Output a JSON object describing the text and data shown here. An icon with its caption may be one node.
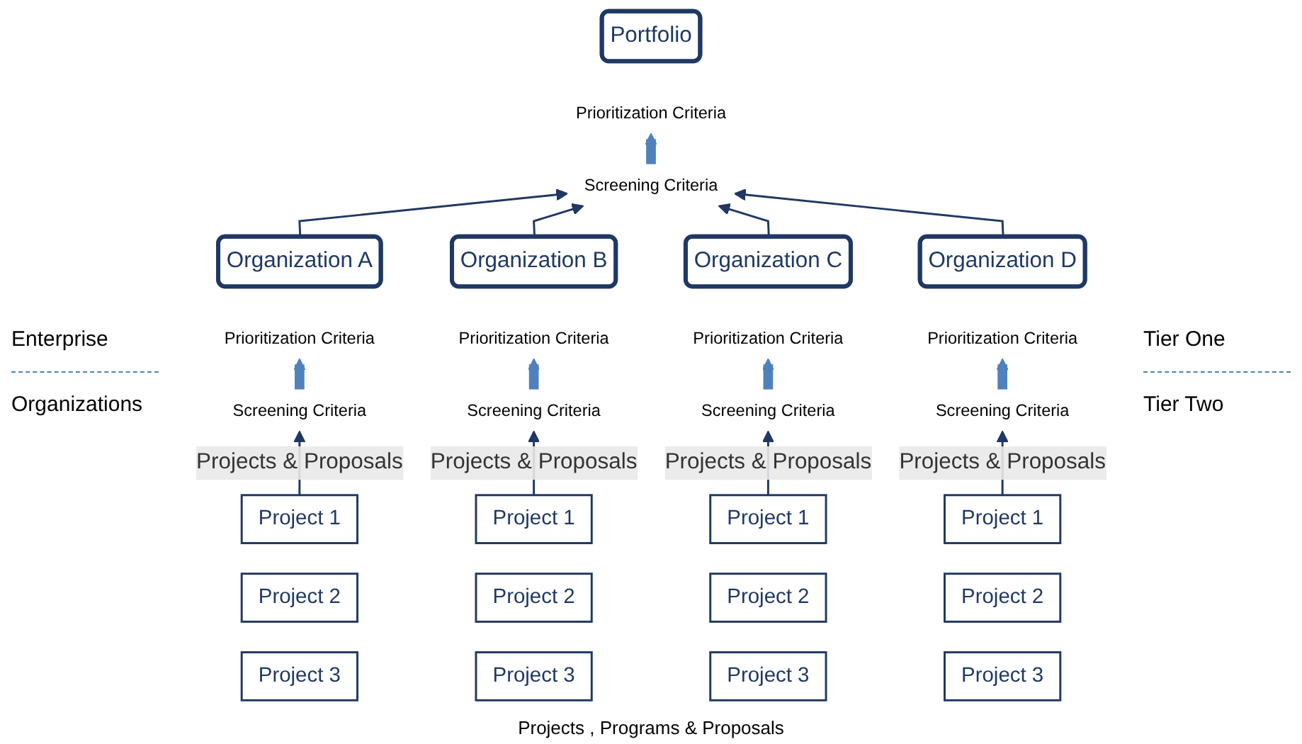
{
  "diagram": {
    "nodes": [
      {
        "text": [
          "Portfolio"
        ]
      },
      {
        "text": [
          "Prioritization Criteria"
        ]
      },
      {
        "text": [
          "Screening Criteria"
        ]
      },
      {
        "text": [
          "Organization A"
        ]
      },
      {
        "text": [
          "Prioritization Criteria"
        ]
      },
      {
        "text": [
          "Screening Criteria"
        ]
      },
      {
        "text": [
          "Project 1"
        ]
      },
      {
        "text": [
          "Project 2"
        ]
      },
      {
        "text": [
          "Project 3"
        ]
      },
      {
        "text": [
          "Organization B"
        ]
      },
      {
        "text": [
          "Prioritization Criteria"
        ]
      },
      {
        "text": [
          "Screening Criteria"
        ]
      },
      {
        "text": [
          "Project 1"
        ]
      },
      {
        "text": [
          "Project 2"
        ]
      },
      {
        "text": [
          "Project 3"
        ]
      },
      {
        "text": [
          "Organization C"
        ]
      },
      {
        "text": [
          "Prioritization Criteria"
        ]
      },
      {
        "text": [
          "Screening Criteria"
        ]
      },
      {
        "text": [
          "Project 1"
        ]
      },
      {
        "text": [
          "Project 2"
        ]
      },
      {
        "text": [
          "Project 3"
        ]
      },
      {
        "text": [
          "Organization D"
        ]
      },
      {
        "text": [
          "Prioritization Criteria"
        ]
      },
      {
        "text": [
          "Screening Criteria"
        ]
      },
      {
        "text": [
          "Project 1"
        ]
      },
      {
        "text": [
          "Project 2"
        ]
      },
      {
        "text": [
          "Project 3"
        ]
      }
    ],
    "edges": [
      {
        "from": 2,
        "to": 1,
        "arrow": "to",
        "style": "thick",
        "color": "#4f81bd"
      },
      {
        "from": 3,
        "to": 2,
        "arrow": "to"
      },
      {
        "from": 9,
        "to": 2,
        "arrow": "to"
      },
      {
        "from": 15,
        "to": 2,
        "arrow": "to"
      },
      {
        "from": 21,
        "to": 2,
        "arrow": "to"
      },
      {
        "from": 5,
        "to": 4,
        "arrow": "to",
        "style": "thick",
        "color": "#4f81bd"
      },
      {
        "from": 6,
        "to": 5,
        "arrow": "to",
        "label": "Projects & Proposals"
      },
      {
        "from": 11,
        "to": 10,
        "arrow": "to",
        "style": "thick",
        "color": "#4f81bd"
      },
      {
        "from": 12,
        "to": 11,
        "arrow": "to",
        "label": "Projects & Proposals"
      },
      {
        "from": 17,
        "to": 16,
        "arrow": "to",
        "style": "thick",
        "color": "#4f81bd"
      },
      {
        "from": 18,
        "to": 17,
        "arrow": "to",
        "label": "Projects & Proposals"
      },
      {
        "from": 23,
        "to": 22,
        "arrow": "to",
        "style": "thick",
        "color": "#4f81bd"
      },
      {
        "from": 24,
        "to": 23,
        "arrow": "to",
        "label": "Projects & Proposals"
      }
    ],
    "labels": [
      "Enterprise",
      "Organizations",
      "Tier One",
      "Tier Two",
      "Projects , Programs & Proposals"
    ]
  }
}
